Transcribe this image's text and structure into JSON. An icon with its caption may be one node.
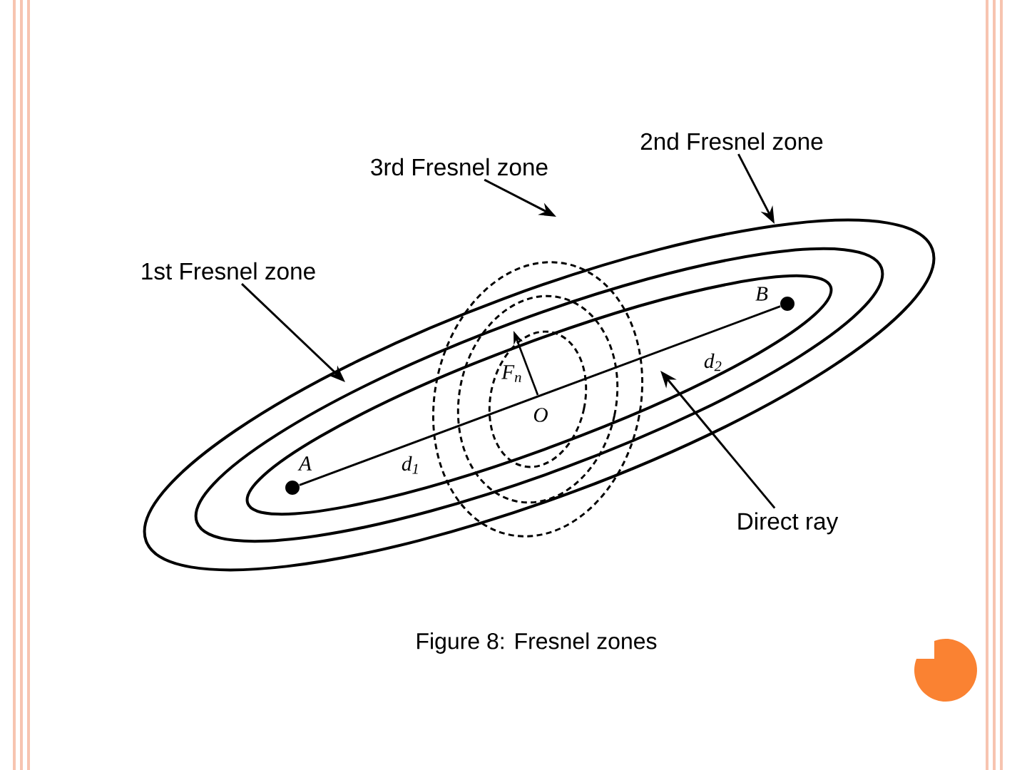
{
  "diagram": {
    "caption": "Figure 8: Fresnel zones",
    "nodes": [
      {
        "text": [
          "2nd Fresnel zone"
        ]
      },
      {
        "text": [
          "3rd Fresnel zone"
        ]
      },
      {
        "text": [
          "1st Fresnel zone"
        ]
      },
      {
        "text": [],
        "shape": "circle",
        "beside": [
          "A"
        ]
      },
      {
        "text": [],
        "shape": "circle",
        "beside": [
          "B"
        ]
      },
      {
        "text": [
          "Direct ray"
        ]
      }
    ],
    "edges": [
      {
        "from": 0,
        "to": null,
        "arrow": "to"
      },
      {
        "from": 1,
        "to": null,
        "arrow": "to"
      },
      {
        "from": 2,
        "to": null,
        "arrow": "to"
      },
      {
        "from": 5,
        "to": null,
        "arrow": "to"
      },
      {
        "from": 3,
        "to": 4,
        "arrow": "none"
      }
    ],
    "labels": [
      "d$_{1}$",
      "d$_{2}$",
      "O",
      "F$_{n}$"
    ]
  }
}
